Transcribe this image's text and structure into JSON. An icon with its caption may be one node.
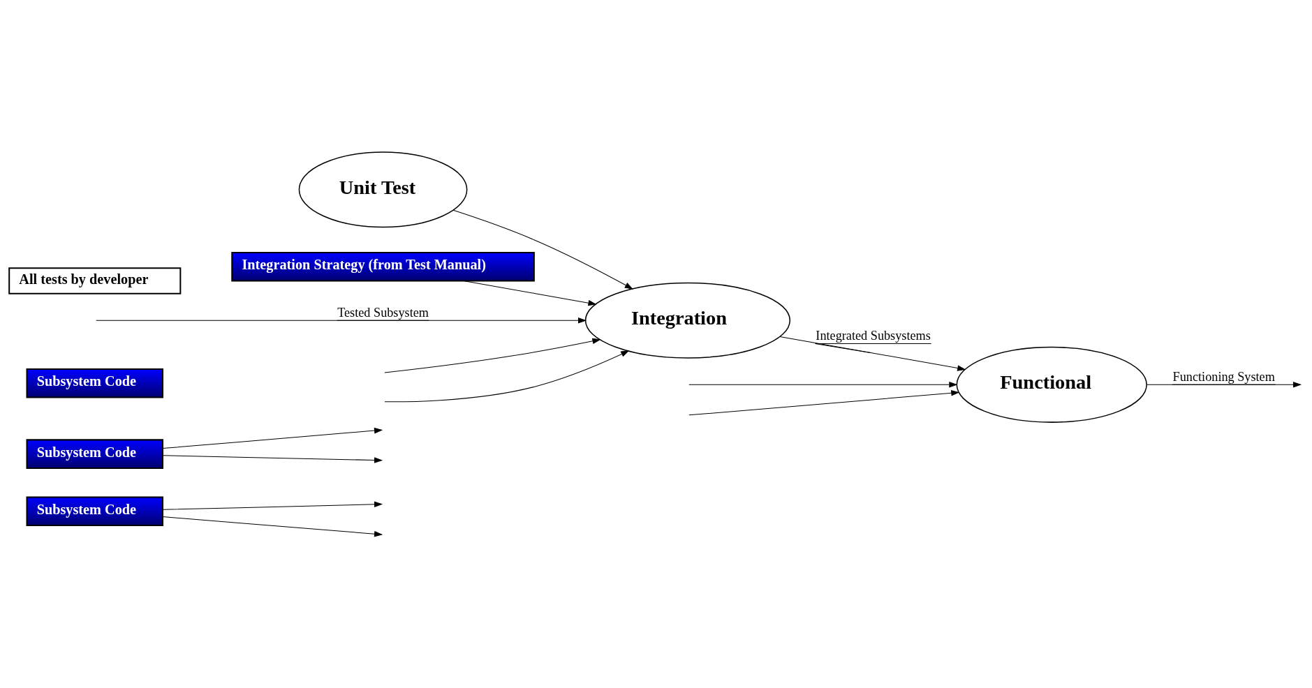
{
  "diagram": {
    "nodes": [
      {
        "text": [
          "Subsystem Code"
        ]
      },
      {
        "text": [
          "Subsystem Code"
        ]
      },
      {
        "text": [
          "Subsystem Code"
        ]
      },
      {
        "text": [
          "Unit Test"
        ]
      },
      {
        "text": [
          "Integration"
        ]
      },
      {
        "text": [
          "Functional"
        ]
      },
      {
        "text": [
          "Integration Strategy (from Test Manual)"
        ]
      },
      {
        "text": [
          "All tests by developer"
        ]
      }
    ],
    "edges": [
      {
        "from": 0,
        "to": null,
        "arrow": "to"
      },
      {
        "from": 0,
        "to": null,
        "arrow": "to"
      },
      {
        "from": 1,
        "to": null,
        "arrow": "to"
      },
      {
        "from": 1,
        "to": null,
        "arrow": "to"
      },
      {
        "from": null,
        "to": 4,
        "arrow": "to",
        "label": "Tested Subsystem"
      },
      {
        "from": null,
        "to": 4,
        "arrow": "to"
      },
      {
        "from": 3,
        "to": 4,
        "arrow": "to"
      },
      {
        "from": null,
        "to": 4,
        "arrow": "to"
      },
      {
        "from": 6,
        "to": 4,
        "arrow": "to"
      },
      {
        "from": 4,
        "to": 5,
        "arrow": "to",
        "label": "Integrated Subsystems"
      },
      {
        "from": null,
        "to": 5,
        "arrow": "to"
      },
      {
        "from": null,
        "to": 5,
        "arrow": "to"
      },
      {
        "from": 5,
        "to": null,
        "arrow": "to",
        "label": "Functioning System"
      }
    ]
  }
}
